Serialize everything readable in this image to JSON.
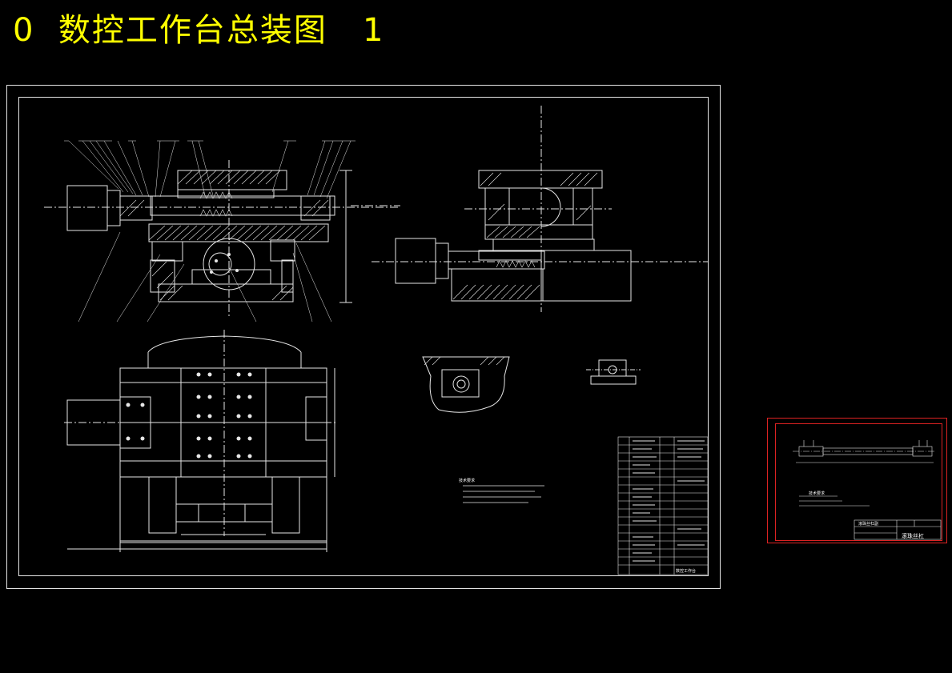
{
  "drawing": {
    "title": "0  数控工作台总装图   1"
  },
  "main_sheet": {
    "tech_notes_heading": "技术要求",
    "title_block_name": "数控工作台"
  },
  "detail_sheet": {
    "tech_notes_heading": "技术要求",
    "title_block_name": "滚珠丝杠",
    "title_block_sub": "滚珠丝杠副"
  },
  "colors": {
    "background": "#000000",
    "lines": "#e6e6e6",
    "title": "#ffff00",
    "detail_frame": "#dd2222"
  }
}
